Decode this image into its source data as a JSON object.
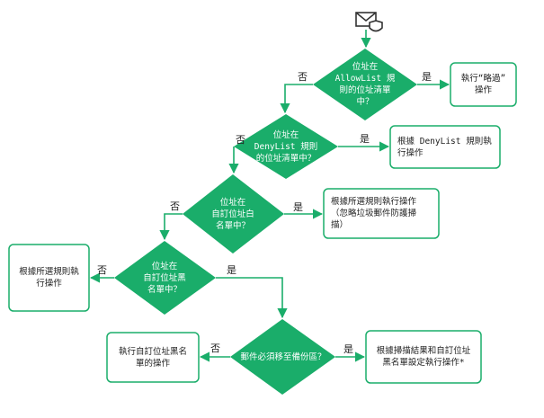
{
  "colors": {
    "decision": "#1aad6a",
    "line": "#1aad6a",
    "box_border": "#1aad6a",
    "icon": "#333333"
  },
  "icons": {
    "start": "envelope-shield-icon"
  },
  "decisions": {
    "allowlist": "位址在\nAllowList 規\n則的位址清單\n中？",
    "denylist": "位址在\nDenyList 規則\n的位址清單中？",
    "custom_allow": "位址在\n自訂位址白\n名單中？",
    "custom_block": "位址在\n自訂位址黑\n名單中？",
    "quarantine": "郵件必須移至備份區？"
  },
  "actions": {
    "skip": "執行“略過”\n操作",
    "deny_rule": "根據 DenyList 規則執\n行操作",
    "ignore_scan": "根據所選規則執行操作\n（忽略垃圾郵件防護掃\n描）",
    "selected_rule": "根據所選規則執\n行操作",
    "blocklist_action": "執行自訂位址黑名\n單的操作",
    "scan_result": "根據掃描結果和自訂位址\n黑名單設定執行操作*"
  },
  "labels": {
    "yes": "是",
    "no": "否"
  }
}
